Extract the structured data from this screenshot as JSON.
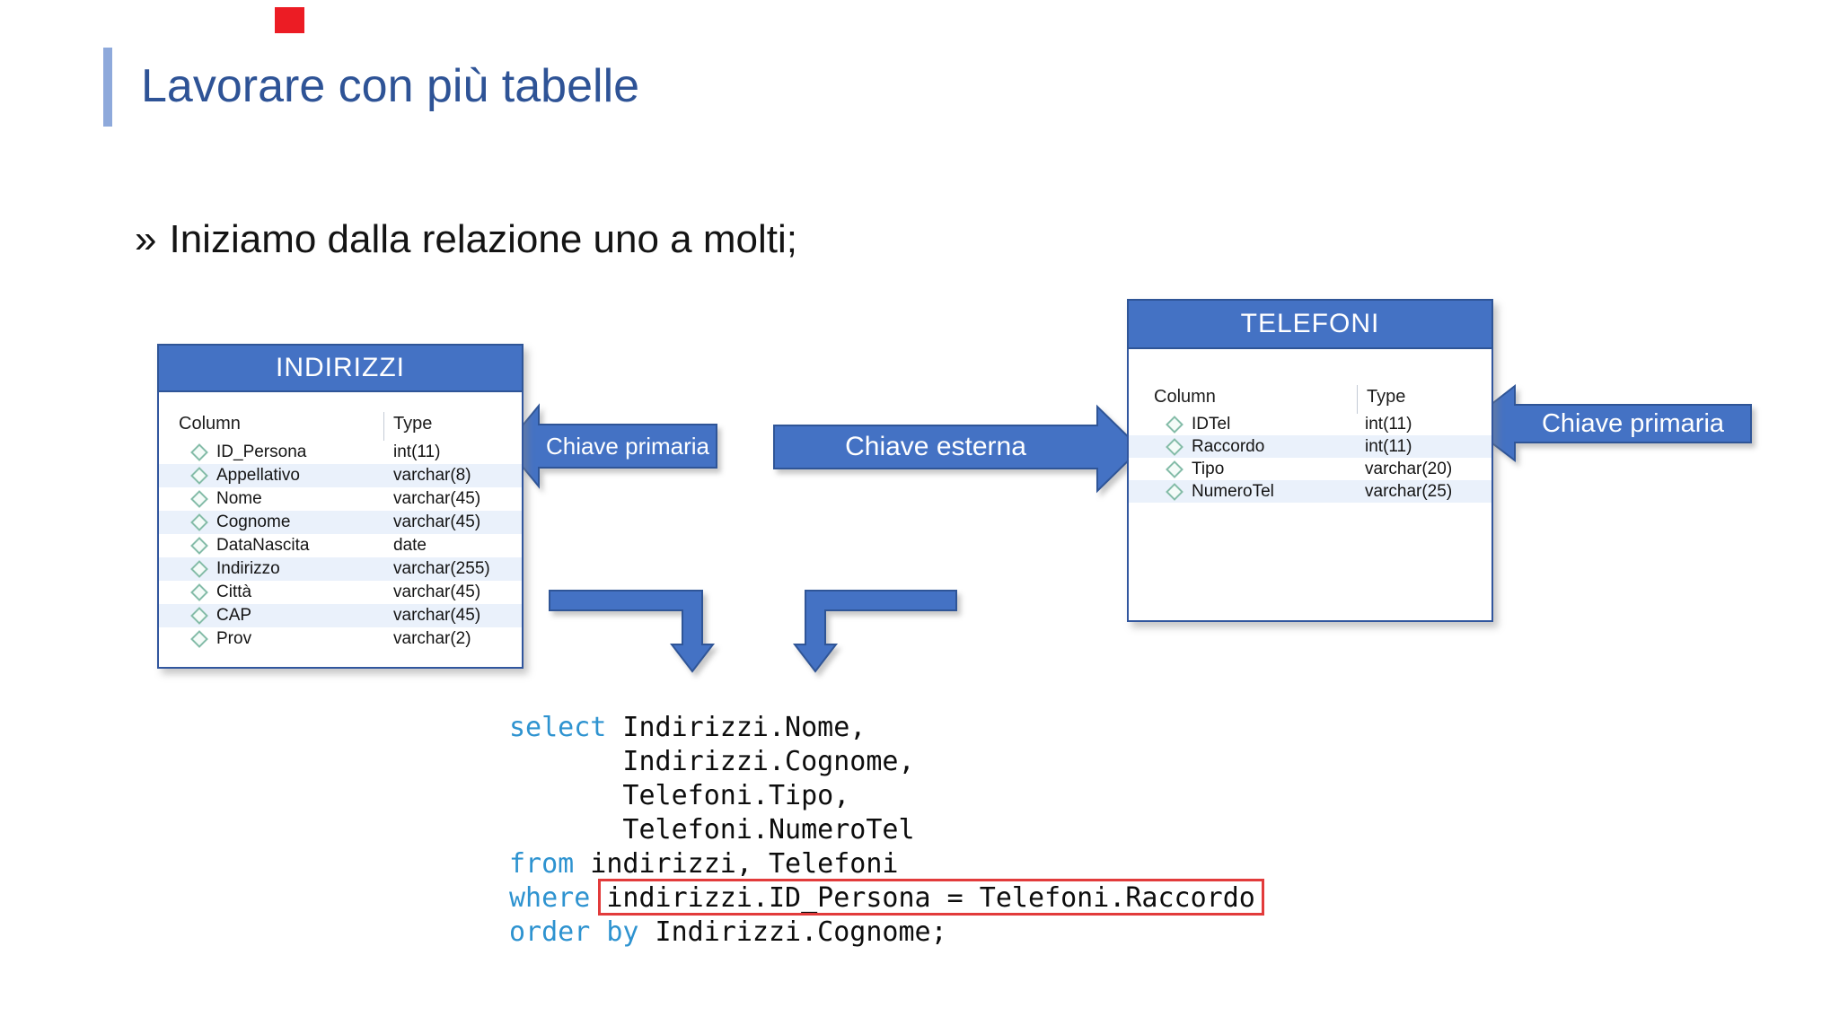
{
  "slide": {
    "title": "Lavorare con più tabelle",
    "bullet_marker": "»",
    "bullet_text": "Iniziamo dalla relazione uno a molti;"
  },
  "tables": {
    "indirizzi": {
      "title": "INDIRIZZI",
      "column_header": "Column",
      "type_header": "Type",
      "rows": [
        {
          "name": "ID_Persona",
          "type": "int(11)"
        },
        {
          "name": "Appellativo",
          "type": "varchar(8)"
        },
        {
          "name": "Nome",
          "type": "varchar(45)"
        },
        {
          "name": "Cognome",
          "type": "varchar(45)"
        },
        {
          "name": "DataNascita",
          "type": "date"
        },
        {
          "name": "Indirizzo",
          "type": "varchar(255)"
        },
        {
          "name": "Città",
          "type": "varchar(45)"
        },
        {
          "name": "CAP",
          "type": "varchar(45)"
        },
        {
          "name": "Prov",
          "type": "varchar(2)"
        }
      ]
    },
    "telefoni": {
      "title": "TELEFONI",
      "column_header": "Column",
      "type_header": "Type",
      "rows": [
        {
          "name": "IDTel",
          "type": "int(11)"
        },
        {
          "name": "Raccordo",
          "type": "int(11)"
        },
        {
          "name": "Tipo",
          "type": "varchar(20)"
        },
        {
          "name": "NumeroTel",
          "type": "varchar(25)"
        }
      ]
    }
  },
  "arrow_labels": {
    "left_primary": "Chiave primaria",
    "external": "Chiave esterna",
    "right_primary": "Chiave primaria"
  },
  "code": {
    "lines": [
      {
        "keyword": "select",
        "rest": " Indirizzi.Nome,"
      },
      {
        "keyword": "",
        "rest": "       Indirizzi.Cognome,"
      },
      {
        "keyword": "",
        "rest": "       Telefoni.Tipo,"
      },
      {
        "keyword": "",
        "rest": "       Telefoni.NumeroTel"
      },
      {
        "keyword": "from",
        "rest": " indirizzi, Telefoni"
      },
      {
        "keyword": "where",
        "rest": " ",
        "boxed": "indirizzi.ID_Persona = Telefoni.Raccordo"
      },
      {
        "keyword": "order by",
        "rest": " Indirizzi.Cognome;"
      }
    ]
  },
  "colors": {
    "accent_blue": "#4472C4",
    "accent_border": "#2F5597",
    "title_blue": "#2E5396",
    "title_bar_blue": "#8EA9DB",
    "keyword_blue": "#2E93D0",
    "highlight_red": "#E23B3B",
    "row_stripe": "#EAF1FB",
    "record_red": "#EC1C24",
    "diamond_teal": "#84BCA8"
  }
}
